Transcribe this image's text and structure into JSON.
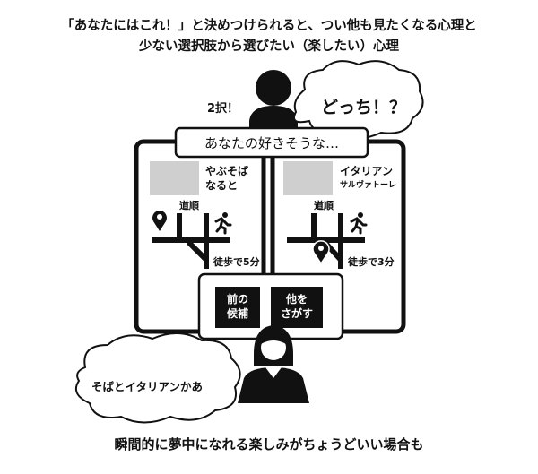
{
  "title": {
    "line1": "「あなたにはこれ！」と決めつけられると、つい他も見たくなる心理と",
    "line2": "少ない選択肢から選びたい（楽したい）心理"
  },
  "top_person": {
    "label": "2択！",
    "speech": "どっち！？"
  },
  "app_header": "あなたの好きそうな…",
  "cards": [
    {
      "name_line1": "やぶそば",
      "name_line2": "なると",
      "directions_label": "道順",
      "walk_time": "徒歩で5分"
    },
    {
      "name_line1": "イタリアン",
      "name_line2": "サルヴァトーレ",
      "directions_label": "道順",
      "walk_time": "徒歩で3分"
    }
  ],
  "buttons": {
    "prev_line1": "前の",
    "prev_line2": "候補",
    "other_line1": "他を",
    "other_line2": "さがす"
  },
  "bottom_person": {
    "thought": "そばとイタリアンかあ"
  },
  "caption": "瞬間的に夢中になれる楽しみがちょうどいい場合も"
}
